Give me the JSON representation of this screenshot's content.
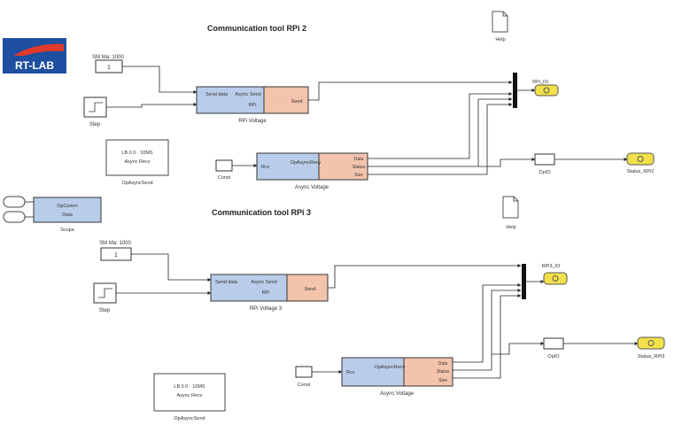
{
  "titles": {
    "top": "Communication tool RPi 2",
    "bottom": "Communication tool RPi 3"
  },
  "logo": {
    "text": "RT-LAB"
  },
  "top": {
    "const_label": "SM Ma: 1000",
    "const_value": "1",
    "step_label": "Step",
    "blk1_name": "RPi Voltage",
    "blk1_left_label": "Send data",
    "blk1_center": "Async Send",
    "blk1_center2": "RPi",
    "blk1_right": "Send",
    "blk2_name": "Async Voltage",
    "blk2_left": "Rcv",
    "blk2_center": "OpAsyncRecv",
    "blk2_right1": "Data",
    "blk2_right2": "Status",
    "blk2_right3": "Size",
    "scope_label": "RPi_IO",
    "display_label": "Status_RPi2",
    "goto_label": "OpIO",
    "from_label": "Const",
    "info_line1": "LB 0 0 · 10MS",
    "info_line2": "Async Recv",
    "info_caption": "OpAsyncSend",
    "doc_label": "Help"
  },
  "left": {
    "sc_label": "Scope",
    "sc_center": "OpComm",
    "sc_center2": "Data"
  },
  "bottom": {
    "const_label": "SM Ma: 1000",
    "const_value": "1",
    "step_label": "Step",
    "blk1_name": "RPi Voltage 3",
    "blk1_left_label": "Send data",
    "blk1_center": "Async Send",
    "blk1_center2": "RPi",
    "blk1_right": "Send",
    "blk2_name": "Async Voltage",
    "blk2_left": "Rcv",
    "blk2_center": "OpAsyncRecv",
    "blk2_right1": "Data",
    "blk2_right2": "Status",
    "blk2_right3": "Size",
    "scope_label": "RPi3_IO",
    "display_label": "Status_RPi3",
    "goto_label": "OpIO",
    "from_label": "Const",
    "info_line1": "LB 0 0 · 10MS",
    "info_line2": "Async Recv",
    "info_caption": "OpAsyncSend",
    "doc_label": "Help"
  },
  "colors": {
    "blue_block": "#b9cdea",
    "salmon_block": "#f3c3ac",
    "yellow_display": "#f3e14b",
    "wire": "#222222"
  }
}
